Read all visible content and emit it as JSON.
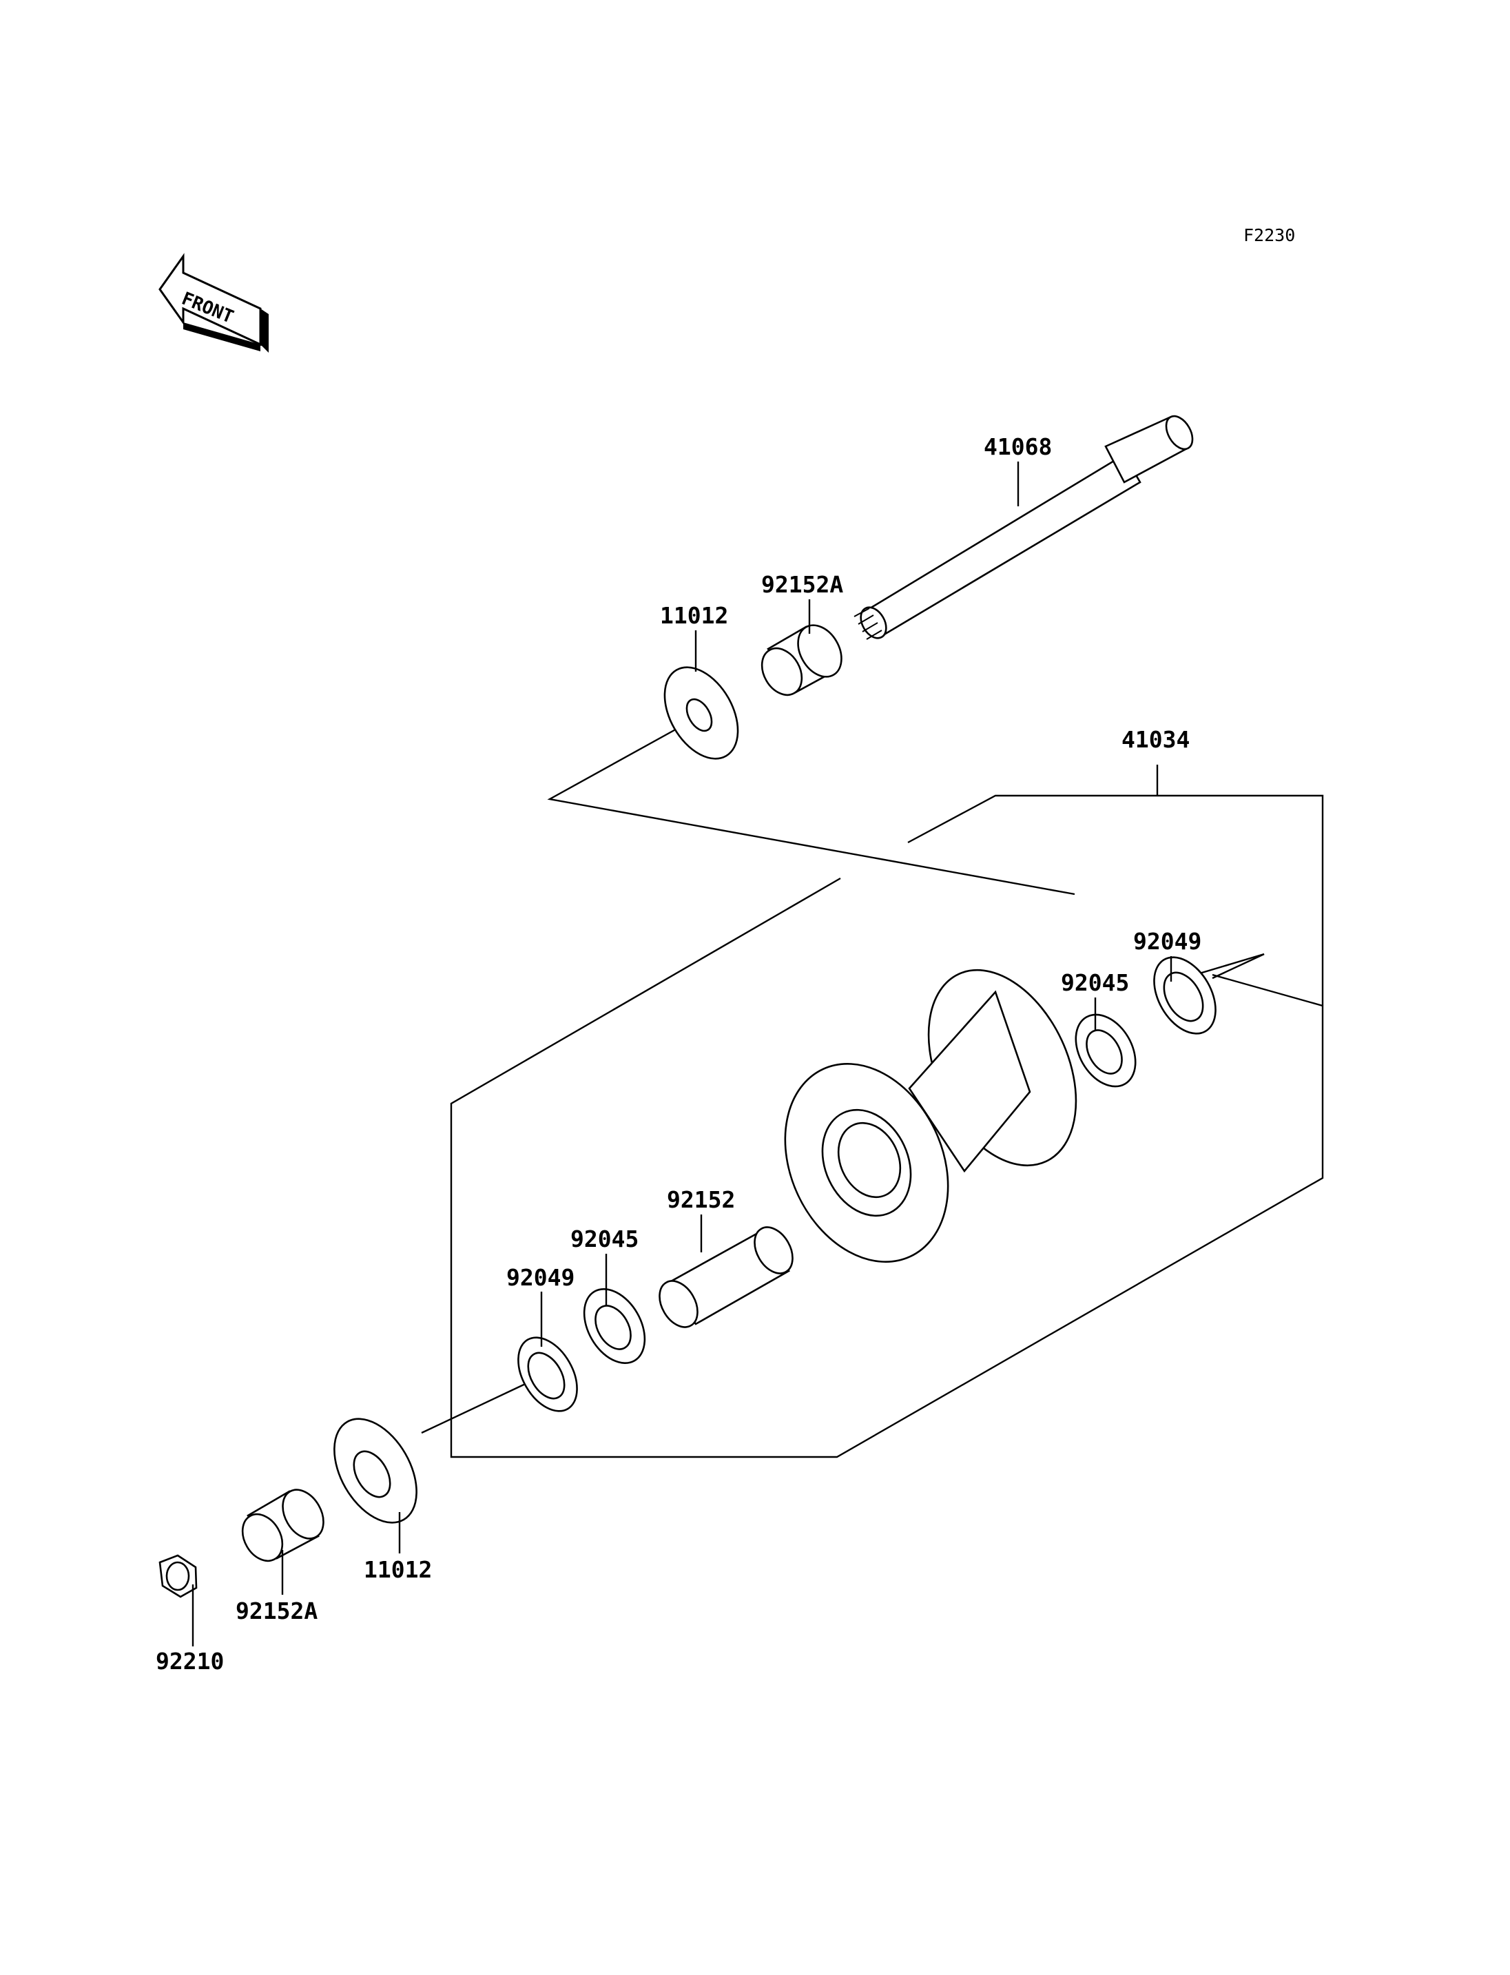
{
  "diagram_code": "F2230",
  "front_label": "FRONT",
  "labels": {
    "axle": "41068",
    "collar_top": "92152A",
    "cover_top": "11012",
    "hub_assembly": "41034",
    "seal_right": "92049",
    "bearing_right": "92045",
    "spacer_center": "92152",
    "bearing_left": "92045",
    "seal_left": "92049",
    "cover_bottom": "11012",
    "collar_bottom": "92152A",
    "nut": "92210"
  }
}
